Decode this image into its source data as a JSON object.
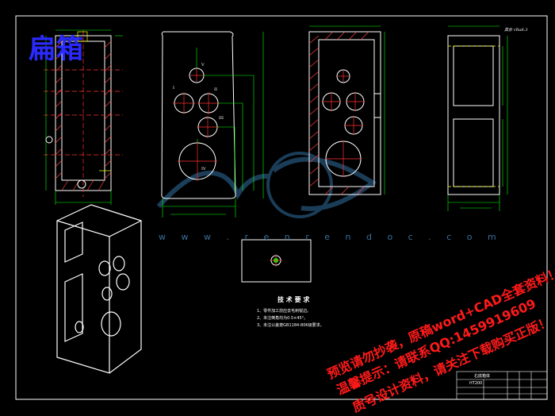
{
  "overlay_title": "扁箱",
  "watermark": {
    "site_url": "w w w . r e n r e n d o c . c o m",
    "line1": "预览请勿抄袭，原稿word+CAD全套资料！",
    "line2": "温馨提示：请联系QQ:1459919609",
    "line3": "质号设计资料，请关注下载购买正版！"
  },
  "tech_requirements": {
    "title": "技 术 要 求",
    "items": [
      "1、零件加工前应去毛刺锐边。",
      "2、未注倒角均为0.5×45°。",
      "3、未注公差按GB1184-80K级要求。"
    ]
  },
  "hole_labels": [
    "I",
    "II",
    "III",
    "IV"
  ],
  "roughness_note": "其余 √Ra6.3",
  "title_block": {
    "part_name": "右底箱体",
    "material": "HT200"
  },
  "colors": {
    "background": "#000000",
    "outline": "#ffffff",
    "dimension": "#00ff00",
    "center": "#ff3030",
    "hidden": "#ffff00",
    "watermark": "#ff1a1a",
    "logo": "#2a5f88"
  }
}
